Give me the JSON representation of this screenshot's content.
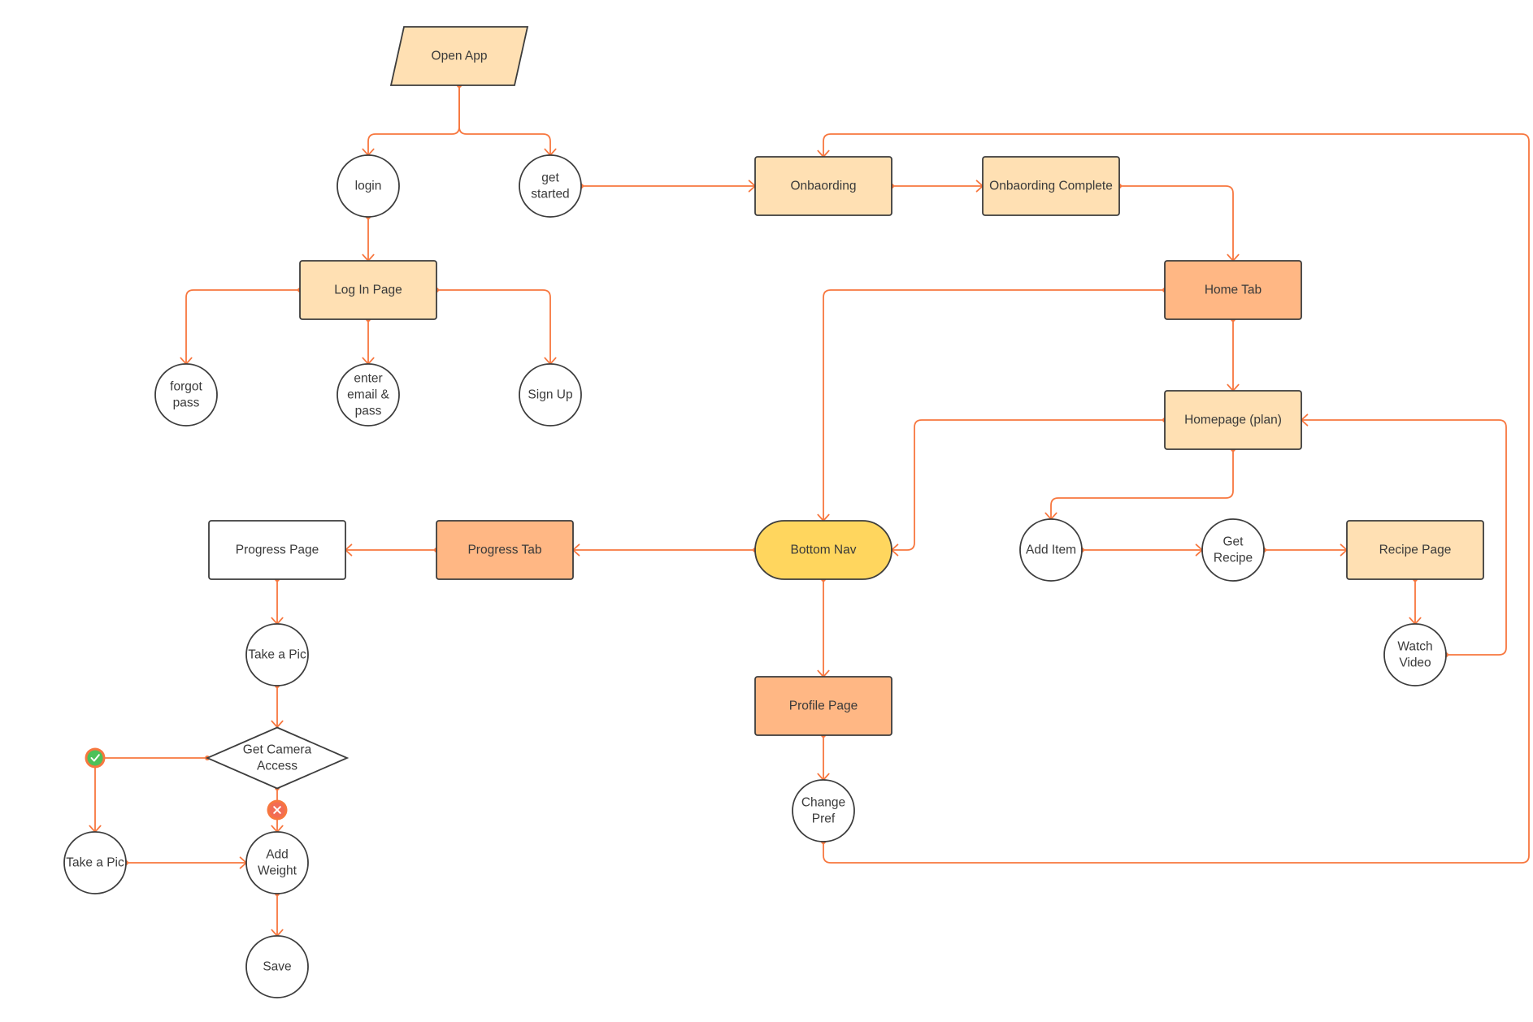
{
  "colors": {
    "connector": "#f7773f",
    "stroke": "#3d3d3d",
    "fill_light": "#ffe0b3",
    "fill_medium": "#ffb784",
    "fill_yellow": "#ffd65e",
    "fill_white": "#ffffff",
    "yes_marker": "#4cc159",
    "no_marker": "#f26c54"
  },
  "nodes": [
    {
      "id": "open-app",
      "shape": "parallelogram",
      "fill": "light",
      "lines": [
        "Open App"
      ]
    },
    {
      "id": "login",
      "shape": "circle",
      "fill": "white",
      "lines": [
        "login"
      ]
    },
    {
      "id": "get-started",
      "shape": "circle",
      "fill": "white",
      "lines": [
        "get",
        "started"
      ]
    },
    {
      "id": "onboarding",
      "shape": "rect",
      "fill": "light",
      "lines": [
        "Onbaording"
      ]
    },
    {
      "id": "onboarding-complete",
      "shape": "rect",
      "fill": "light",
      "lines": [
        "Onbaording Complete"
      ]
    },
    {
      "id": "log-in-page",
      "shape": "rect",
      "fill": "light",
      "lines": [
        "Log In Page"
      ]
    },
    {
      "id": "home-tab",
      "shape": "rect",
      "fill": "medium",
      "lines": [
        "Home Tab"
      ]
    },
    {
      "id": "forgot-pass",
      "shape": "circle",
      "fill": "white",
      "lines": [
        "forgot",
        "pass"
      ]
    },
    {
      "id": "enter-email-pass",
      "shape": "circle",
      "fill": "white",
      "lines": [
        "enter",
        "email &",
        "pass"
      ]
    },
    {
      "id": "sign-up",
      "shape": "circle",
      "fill": "white",
      "lines": [
        "Sign Up"
      ]
    },
    {
      "id": "homepage-plan",
      "shape": "rect",
      "fill": "light",
      "lines": [
        "Homepage (plan)"
      ]
    },
    {
      "id": "progress-page",
      "shape": "rect",
      "fill": "white",
      "lines": [
        "Progress Page"
      ]
    },
    {
      "id": "progress-tab",
      "shape": "rect",
      "fill": "medium",
      "lines": [
        "Progress Tab"
      ]
    },
    {
      "id": "bottom-nav",
      "shape": "pill",
      "fill": "yellow",
      "lines": [
        "Bottom Nav"
      ]
    },
    {
      "id": "add-item",
      "shape": "circle",
      "fill": "white",
      "lines": [
        "Add Item"
      ]
    },
    {
      "id": "get-recipe",
      "shape": "circle",
      "fill": "white",
      "lines": [
        "Get",
        "Recipe"
      ]
    },
    {
      "id": "recipe-page",
      "shape": "rect",
      "fill": "light",
      "lines": [
        "Recipe Page"
      ]
    },
    {
      "id": "take-a-pic-1",
      "shape": "circle",
      "fill": "white",
      "lines": [
        "Take a Pic"
      ]
    },
    {
      "id": "watch-video",
      "shape": "circle",
      "fill": "white",
      "lines": [
        "Watch",
        "Video"
      ]
    },
    {
      "id": "profile-page",
      "shape": "rect",
      "fill": "medium",
      "lines": [
        "Profile Page"
      ]
    },
    {
      "id": "get-camera-access",
      "shape": "diamond",
      "fill": "white",
      "lines": [
        "Get Camera",
        "Access"
      ]
    },
    {
      "id": "change-pref",
      "shape": "circle",
      "fill": "white",
      "lines": [
        "Change",
        "Pref"
      ]
    },
    {
      "id": "take-a-pic-2",
      "shape": "circle",
      "fill": "white",
      "lines": [
        "Take a Pic"
      ]
    },
    {
      "id": "add-weight",
      "shape": "circle",
      "fill": "white",
      "lines": [
        "Add",
        "Weight"
      ]
    },
    {
      "id": "save",
      "shape": "circle",
      "fill": "white",
      "lines": [
        "Save"
      ]
    }
  ],
  "edges": [
    {
      "from": "open-app",
      "to": "login"
    },
    {
      "from": "open-app",
      "to": "get-started"
    },
    {
      "from": "get-started",
      "to": "onboarding"
    },
    {
      "from": "onboarding",
      "to": "onboarding-complete"
    },
    {
      "from": "onboarding-complete",
      "to": "home-tab"
    },
    {
      "from": "login",
      "to": "log-in-page"
    },
    {
      "from": "log-in-page",
      "to": "forgot-pass"
    },
    {
      "from": "log-in-page",
      "to": "enter-email-pass"
    },
    {
      "from": "log-in-page",
      "to": "sign-up"
    },
    {
      "from": "home-tab",
      "to": "homepage-plan"
    },
    {
      "from": "home-tab",
      "to": "bottom-nav"
    },
    {
      "from": "homepage-plan",
      "to": "bottom-nav"
    },
    {
      "from": "homepage-plan",
      "to": "add-item"
    },
    {
      "from": "add-item",
      "to": "get-recipe"
    },
    {
      "from": "get-recipe",
      "to": "recipe-page"
    },
    {
      "from": "recipe-page",
      "to": "watch-video"
    },
    {
      "from": "watch-video",
      "to": "homepage-plan"
    },
    {
      "from": "bottom-nav",
      "to": "progress-tab"
    },
    {
      "from": "progress-tab",
      "to": "progress-page"
    },
    {
      "from": "bottom-nav",
      "to": "profile-page"
    },
    {
      "from": "profile-page",
      "to": "change-pref"
    },
    {
      "from": "change-pref",
      "to": "onboarding"
    },
    {
      "from": "progress-page",
      "to": "take-a-pic-1"
    },
    {
      "from": "take-a-pic-1",
      "to": "get-camera-access"
    },
    {
      "from": "get-camera-access",
      "to": "take-a-pic-2",
      "marker": "yes"
    },
    {
      "from": "get-camera-access",
      "to": "add-weight",
      "marker": "no"
    },
    {
      "from": "take-a-pic-2",
      "to": "add-weight"
    },
    {
      "from": "add-weight",
      "to": "save"
    }
  ]
}
